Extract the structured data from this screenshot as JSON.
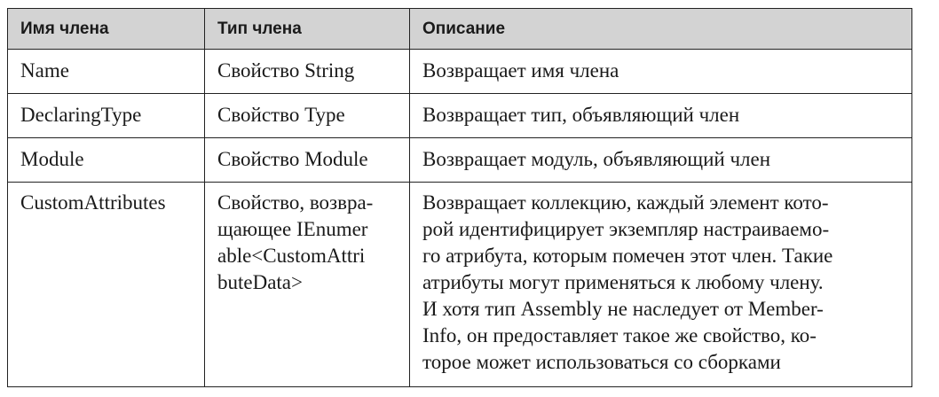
{
  "table": {
    "headers": [
      "Имя члена",
      "Тип члена",
      "Описание"
    ],
    "rows": [
      {
        "name": "Name",
        "type": "Свойство String",
        "description": "Возвращает имя члена"
      },
      {
        "name": "DeclaringType",
        "type": "Свойство Type",
        "description": "Возвращает тип, объявляющий член"
      },
      {
        "name": "Module",
        "type": "Свойство Module",
        "description": "Возвращает модуль, объявляющий член"
      },
      {
        "name": "CustomAttributes",
        "type_lines": [
          "Свойство, возвра-",
          "щающее IEnumer",
          "able<CustomAttri",
          "buteData>"
        ],
        "description_lines": [
          "Возвращает коллекцию, каждый элемент кото-",
          "рой идентифицирует экземпляр настраиваемо-",
          "го атрибута, которым помечен этот член. Такие",
          "атрибуты могут применяться к любому члену.",
          "И хотя тип Assembly не наследует от Member-",
          "Info, он предоставляет такое же свойство, ко-",
          "торое может использоваться со сборками"
        ]
      }
    ]
  }
}
